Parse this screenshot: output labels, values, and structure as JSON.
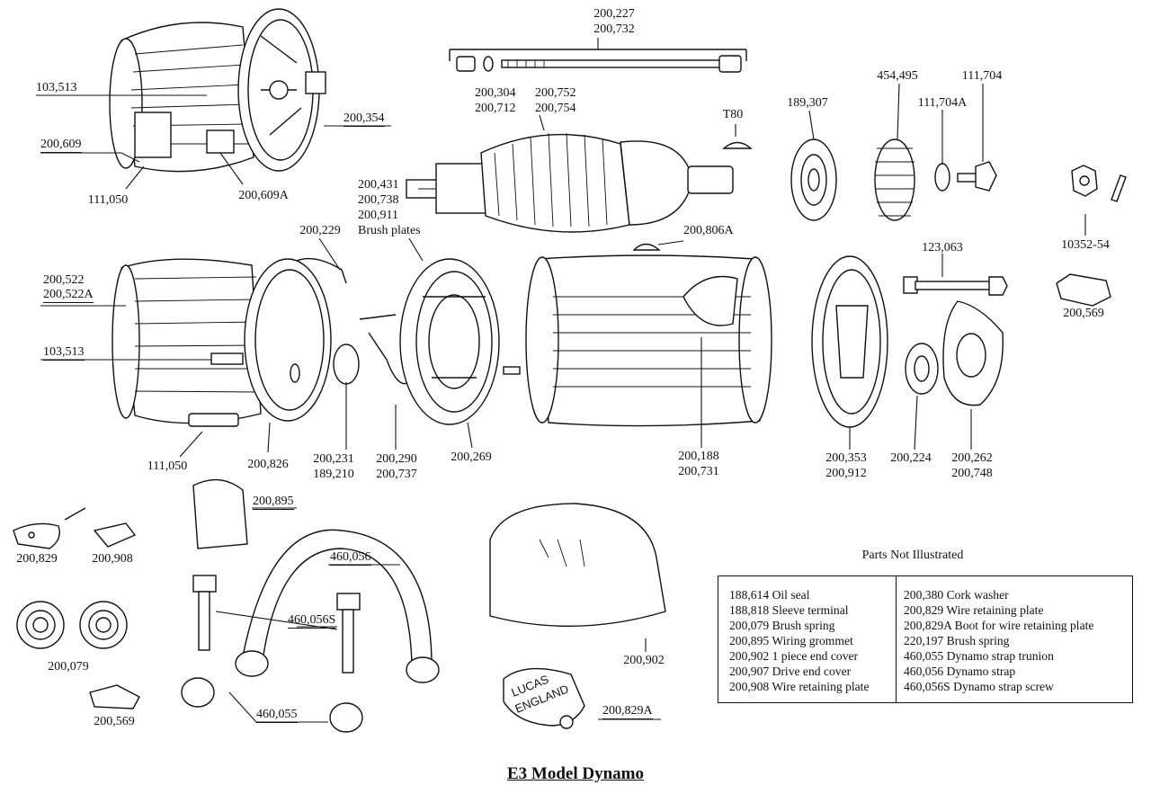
{
  "title": "E3 Model Dynamo",
  "parts_not_illustrated": {
    "heading": "Parts Not Illustrated",
    "left_column": [
      "188,614 Oil seal",
      "188,818 Sleeve terminal",
      "200,079 Brush spring",
      "200,895 Wiring grommet",
      "200,902 1 piece end cover",
      "200,907 Drive end cover",
      "200,908 Wire retaining plate"
    ],
    "right_column": [
      "200,380 Cork washer",
      "200,829 Wire retaining plate",
      "200,829A Boot for wire retaining plate",
      "220,197 Brush spring",
      "460,055 Dynamo strap trunion",
      "460,056 Dynamo strap",
      "460,056S Dynamo strap screw"
    ]
  },
  "callouts": {
    "p200227": "200,227",
    "p200732": "200,732",
    "p103513_top": "103,513",
    "p200609": "200,609",
    "p111050_top": "111,050",
    "p200609A": "200,609A",
    "p200354": "200,354",
    "p200304": "200,304",
    "p200712": "200,712",
    "p200752": "200,752",
    "p200754": "200,754",
    "pT80": "T80",
    "p189307": "189,307",
    "p454495": "454,495",
    "p111704": "111,704",
    "p111704A": "111,704A",
    "p200431": "200,431",
    "p200738": "200,738",
    "p200911": "200,911",
    "brush_plates": "Brush plates",
    "p200229": "200,229",
    "p200806A": "200,806A",
    "p10352_54": "10352-54",
    "p123063": "123,063",
    "p200522": "200,522",
    "p200522A": "200,522A",
    "p200569_right": "200,569",
    "p103513_mid": "103,513",
    "p111050_bot": "111,050",
    "p200826": "200,826",
    "p200231": "200,231",
    "p189210": "189,210",
    "p200290": "200,290",
    "p200737": "200,737",
    "p200269": "200,269",
    "p200188": "200,188",
    "p200731": "200,731",
    "p200353": "200,353",
    "p200912": "200,912",
    "p200224": "200,224",
    "p200262": "200,262",
    "p200748": "200,748",
    "p200895": "200,895",
    "p200829": "200,829",
    "p200908": "200,908",
    "p460056": "460,056",
    "p460056S": "460,056S",
    "p200079": "200,079",
    "p200569_left": "200,569",
    "p460055": "460,055",
    "p200902": "200,902",
    "p200829A": "200,829A"
  },
  "stamp_text": [
    "LUCAS",
    "ENGLAND"
  ]
}
